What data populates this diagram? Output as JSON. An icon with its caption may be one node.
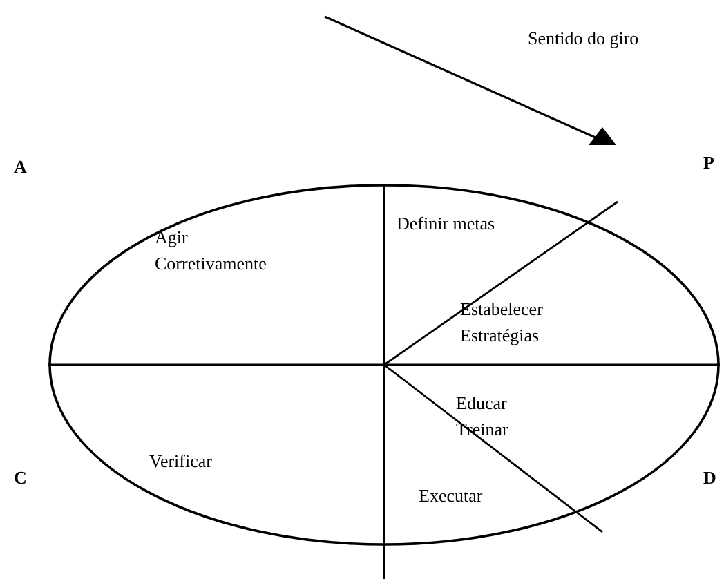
{
  "diagram": {
    "nodes": [
      {
        "text": [
          "Agir Corretivamente",
          "Definir metas",
          "Estabelecer Estratégias",
          "Educar Treinar",
          "Executar",
          "Verificar"
        ]
      }
    ],
    "labels": [
      "Sentido do giro",
      "P",
      "A",
      "C",
      "D"
    ]
  }
}
